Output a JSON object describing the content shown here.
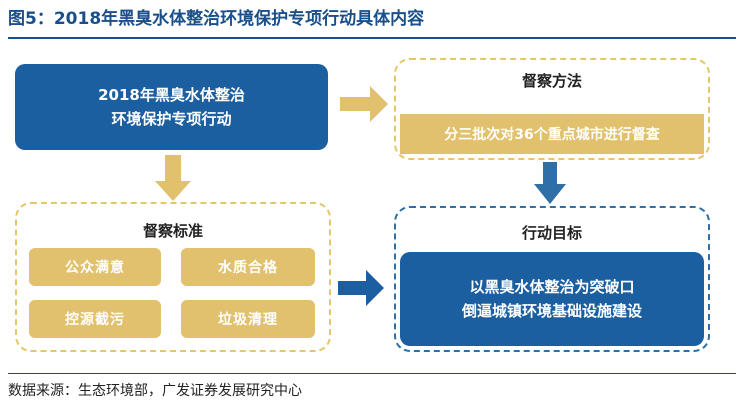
{
  "figure": {
    "title": "图5：2018年黑臭水体整治环境保护专项行动具体内容",
    "source": "数据来源：生态环境部，广发证券发展研究中心"
  },
  "campaign_box": {
    "line1": "2018年黑臭水体整治",
    "line2": "环境保护专项行动"
  },
  "method_box": {
    "heading": "督察方法",
    "item": "分三批次对36个重点城市进行督查"
  },
  "standards_box": {
    "heading": "督察标准",
    "items": [
      "公众满意",
      "水质合格",
      "控源截污",
      "垃圾清理"
    ]
  },
  "goal_box": {
    "heading": "行动目标",
    "line1": "以黑臭水体整治为突破口",
    "line2": "倒逼城镇环境基础设施建设"
  },
  "colors": {
    "primary_blue": "#1b5fa0",
    "gold": "#e2c16e",
    "title_blue": "#1a4f8a"
  }
}
